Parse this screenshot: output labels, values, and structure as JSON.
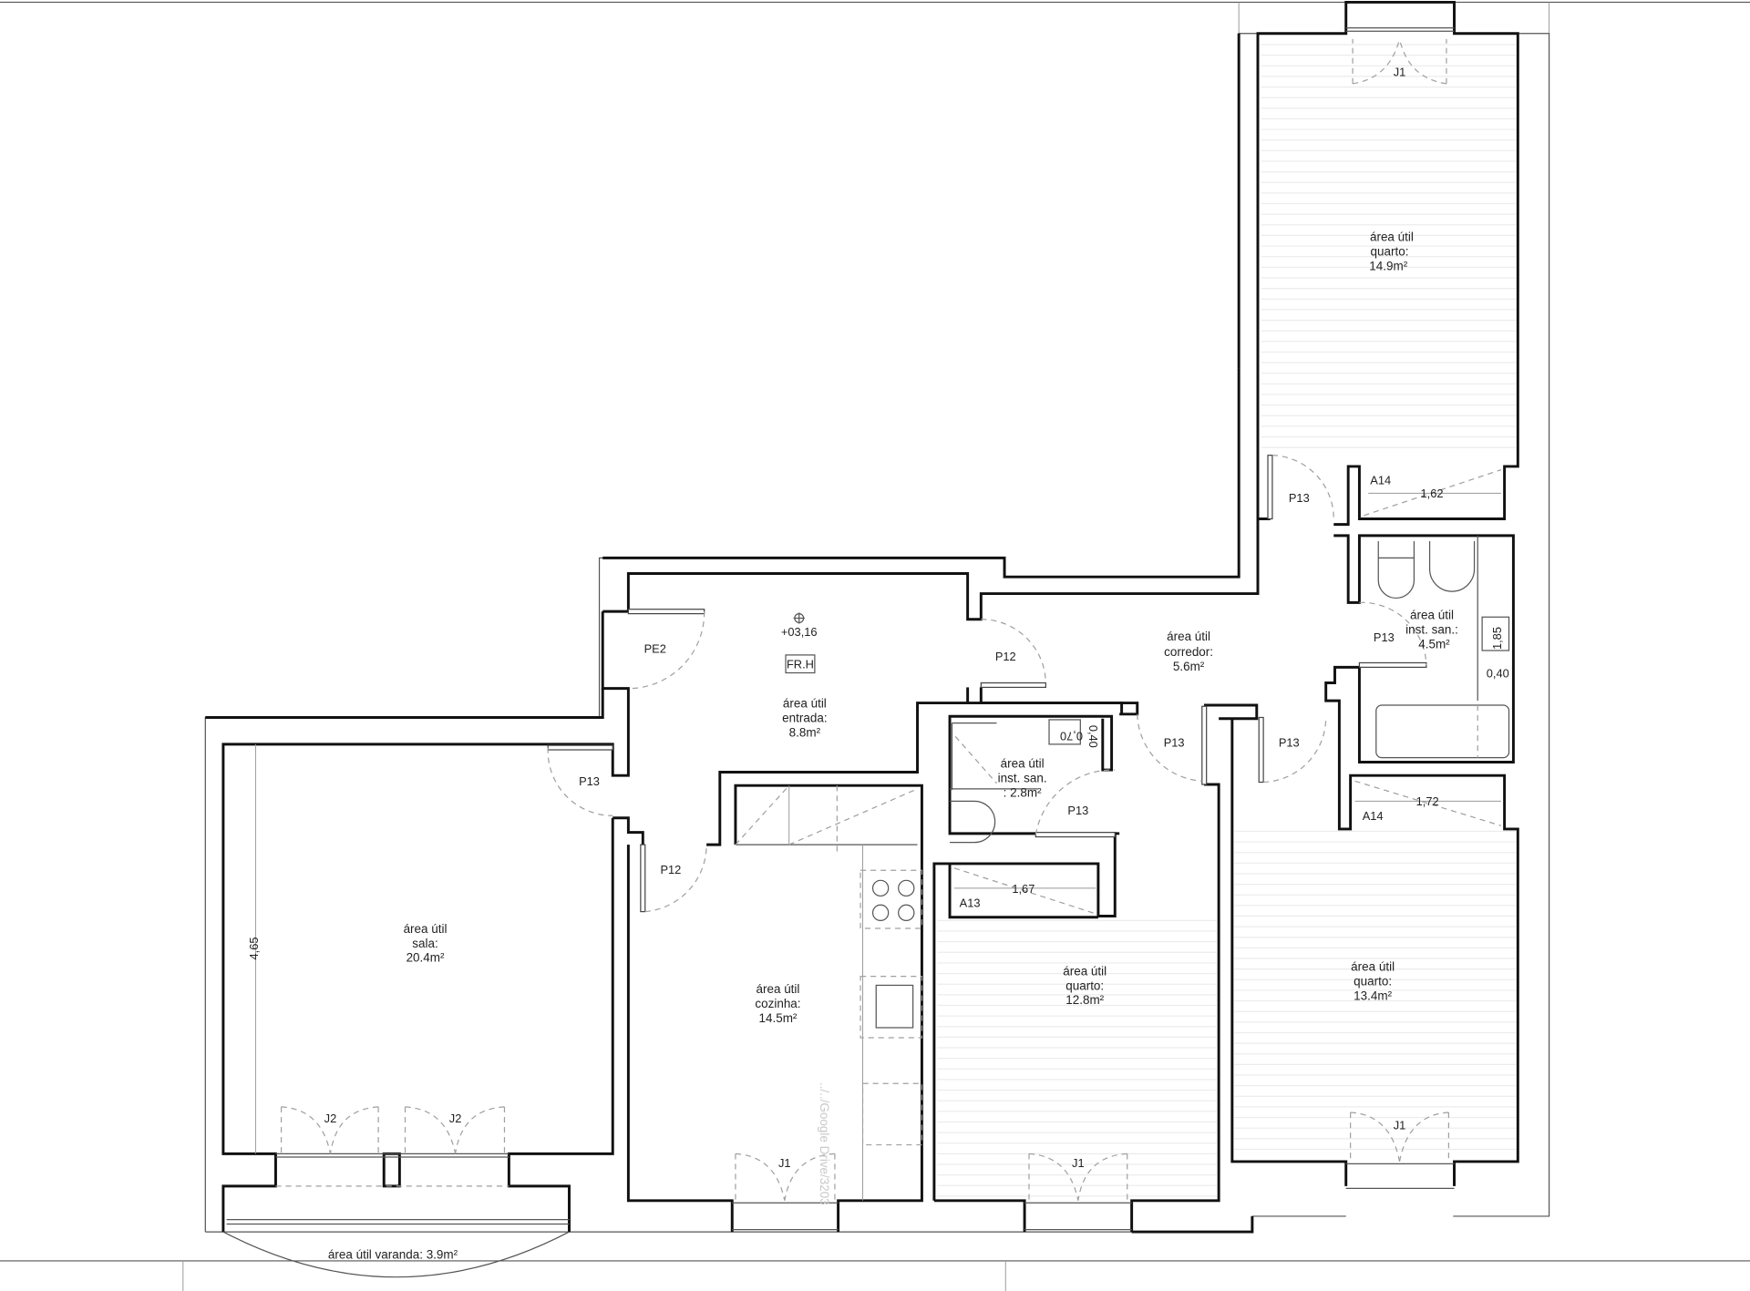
{
  "drawing": {
    "type": "floor plan",
    "level_marker": "+03,16",
    "level_symbol": "⊕",
    "fr_label": "FR.H",
    "watermark": "../../Google Drive/3203"
  },
  "rooms": {
    "quarto_top": {
      "l1": "área útil",
      "l2": "quarto:",
      "l3": "14.9m²"
    },
    "entrada": {
      "l1": "área útil",
      "l2": "entrada:",
      "l3": "8.8m²"
    },
    "corredor": {
      "l1": "área útil",
      "l2": "corredor:",
      "l3": "5.6m²"
    },
    "inst_san_big": {
      "l1": "área útil",
      "l2": "inst. san.:",
      "l3": "4.5m²"
    },
    "inst_san_small": {
      "l1": "área útil",
      "l2": "inst. san.",
      "l3": ": 2.8m²"
    },
    "sala": {
      "l1": "área útil",
      "l2": "sala:",
      "l3": "20.4m²"
    },
    "cozinha": {
      "l1": "área útil",
      "l2": "cozinha:",
      "l3": "14.5m²"
    },
    "quarto_mid": {
      "l1": "área útil",
      "l2": "quarto:",
      "l3": "12.8m²"
    },
    "quarto_right": {
      "l1": "área útil",
      "l2": "quarto:",
      "l3": "13.4m²"
    },
    "varanda": {
      "l1": "área útil varanda: 3.9m²"
    }
  },
  "doors": {
    "pe2": "PE2",
    "p12_entry": "P12",
    "p12_kitchen": "P12",
    "p13_sala": "P13",
    "p13_top": "P13",
    "p13_bath_big": "P13",
    "p13_bath_small": "P13",
    "p13_corr_left": "P13",
    "p13_corr_right": "P13"
  },
  "windows": {
    "j1_top": "J1",
    "j1_kitchen": "J1",
    "j1_mid": "J1",
    "j1_right": "J1",
    "j2_left": "J2",
    "j2_right": "J2"
  },
  "wardrobes": {
    "a14_top": {
      "tag": "A14",
      "width": "1,62"
    },
    "a14_right": {
      "tag": "A14",
      "width": "1,72"
    },
    "a13": {
      "tag": "A13",
      "width": "1,67"
    }
  },
  "dimensions": {
    "sala_depth": "4,65",
    "bath_big_len": "1,85",
    "bath_big_w": "0,40",
    "bath_small_a": "0,70",
    "bath_small_b": "0,40"
  }
}
